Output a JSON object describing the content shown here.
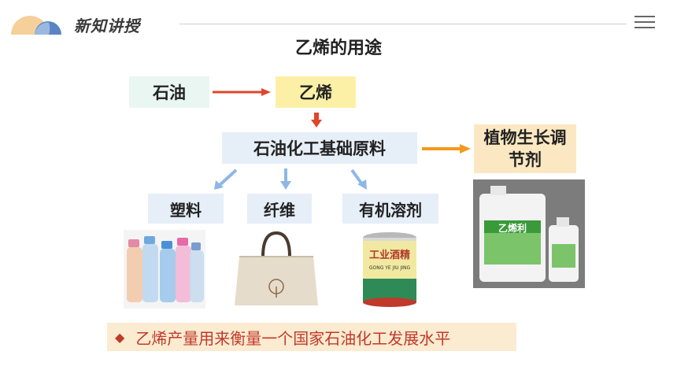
{
  "header": {
    "brand": "新知讲授",
    "menu_icon": "hamburger-menu-icon"
  },
  "title": "乙烯的用途",
  "flow": {
    "petroleum": "石油",
    "ethylene": "乙烯",
    "raw_material": "石油化工基础原料",
    "plant_regulator_line1": "植物生长调",
    "plant_regulator_line2": "节剂",
    "plastic": "塑料",
    "fiber": "纤维",
    "solvent": "有机溶剂"
  },
  "images": {
    "bottles": "plastic-bottles-image",
    "bag": "canvas-bag-image",
    "can": "alcohol-can-image",
    "can_label": "工业酒精",
    "can_sub": "GONG YE JIU JING",
    "product": "ethephon-product-image",
    "product_label": "乙烯利"
  },
  "bottom_note": "乙烯产量用来衡量一个国家石油化工发展水平",
  "colors": {
    "arrow_red": "#e0462b",
    "arrow_orange": "#f39a1e",
    "arrow_blue": "#8fb7e6",
    "note_red": "#c0392b"
  }
}
